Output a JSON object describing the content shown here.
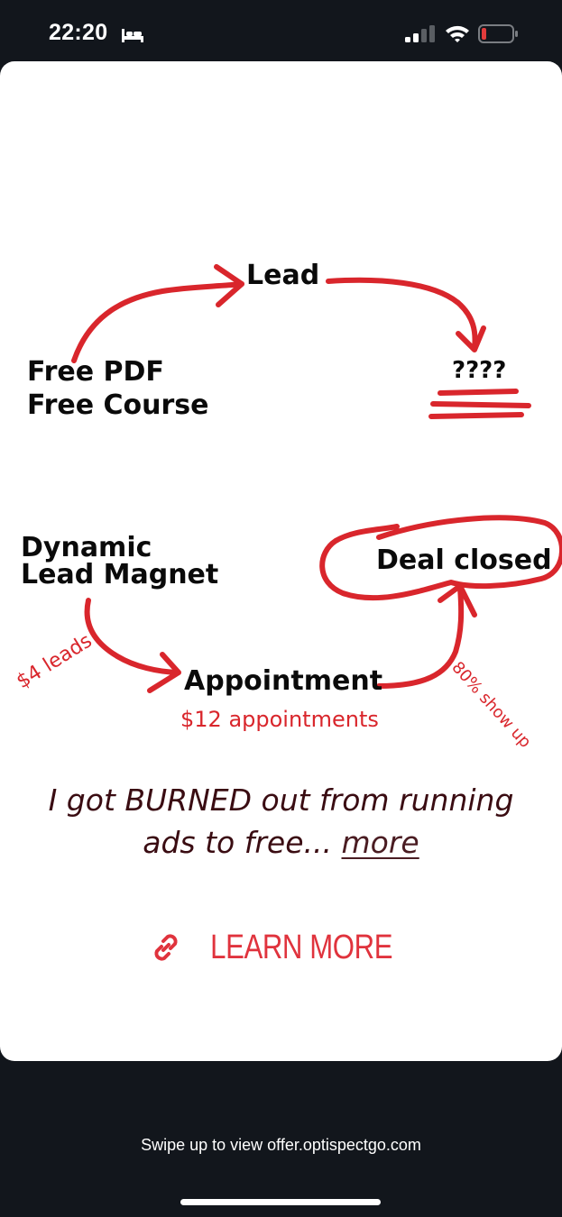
{
  "status_bar": {
    "time": "22:20",
    "icons": [
      "bed-icon",
      "signal-icon",
      "wifi-icon",
      "battery-low-icon"
    ]
  },
  "story": {
    "diagram": {
      "top": {
        "source_line1": "Free PDF",
        "source_line2": "Free Course",
        "lead": "Lead",
        "unknown": "????"
      },
      "bottom": {
        "magnet_line1": "Dynamic",
        "magnet_line2": "Lead Magnet",
        "appointment": "Appointment",
        "deal": "Deal closed",
        "leads_note": "$4 leads",
        "appointments_note": "$12 appointments",
        "showup_note": "80% show up"
      }
    },
    "caption_text": "I got BURNED out from running ads to free...",
    "caption_more": "more",
    "cta_label": "LEARN MORE"
  },
  "footer": {
    "swipe_text": "Swipe up to view offer.optispectgo.com"
  },
  "colors": {
    "accent_red": "#d9262c",
    "cta_red": "#e0333d",
    "caption_maroon": "#3a0c12",
    "background": "#12161c"
  }
}
